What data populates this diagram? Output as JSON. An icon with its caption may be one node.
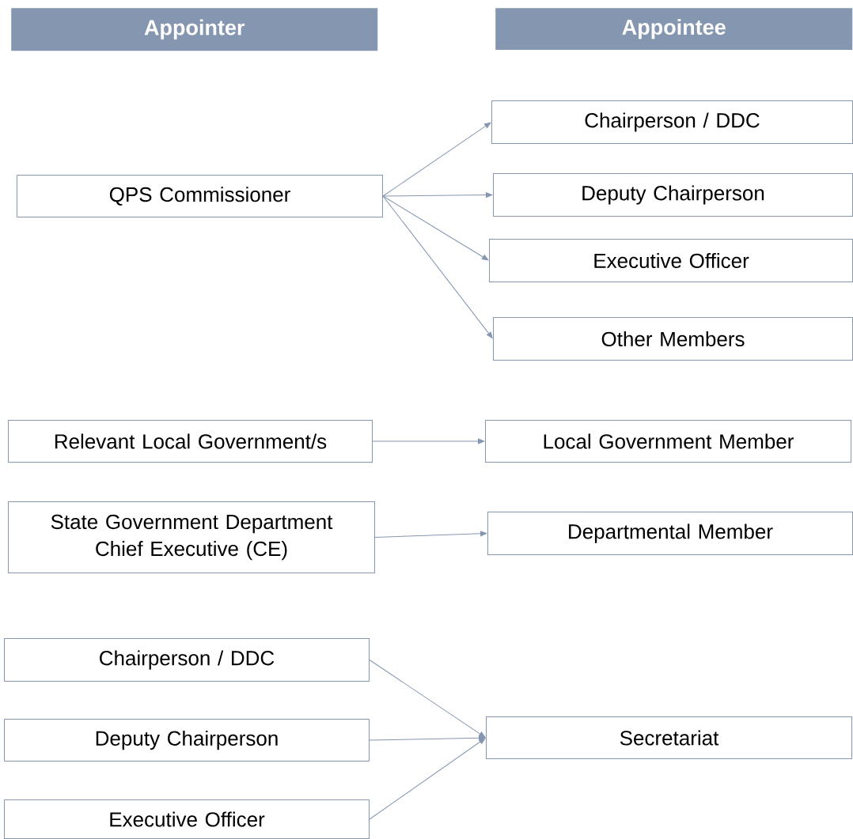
{
  "diagram": {
    "nodes": [
      {
        "text": [
          "Appointer"
        ]
      },
      {
        "text": [
          "Appointee"
        ]
      },
      {
        "text": [
          "QPS Commissioner"
        ]
      },
      {
        "text": [
          "Chairperson / DDC"
        ]
      },
      {
        "text": [
          "Deputy Chairperson"
        ]
      },
      {
        "text": [
          "Executive Officer"
        ]
      },
      {
        "text": [
          "Other Members"
        ]
      },
      {
        "text": [
          "Relevant Local Government/s"
        ]
      },
      {
        "text": [
          "Local Government Member"
        ]
      },
      {
        "text": [
          "State Government Department Chief Executive (CE)"
        ]
      },
      {
        "text": [
          "Departmental Member"
        ]
      },
      {
        "text": [
          "Chairperson / DDC"
        ]
      },
      {
        "text": [
          "Deputy Chairperson"
        ]
      },
      {
        "text": [
          "Executive Officer"
        ]
      },
      {
        "text": [
          "Secretariat"
        ]
      }
    ],
    "edges": [
      {
        "from": 2,
        "to": 3,
        "arrow": "to"
      },
      {
        "from": 2,
        "to": 4,
        "arrow": "to"
      },
      {
        "from": 2,
        "to": 5,
        "arrow": "to"
      },
      {
        "from": 2,
        "to": 6,
        "arrow": "to"
      },
      {
        "from": 7,
        "to": 8,
        "arrow": "to"
      },
      {
        "from": 9,
        "to": 10,
        "arrow": "to"
      },
      {
        "from": 11,
        "to": 14,
        "arrow": "to"
      },
      {
        "from": 12,
        "to": 14,
        "arrow": "to"
      },
      {
        "from": 13,
        "to": 14,
        "arrow": "to"
      }
    ]
  }
}
